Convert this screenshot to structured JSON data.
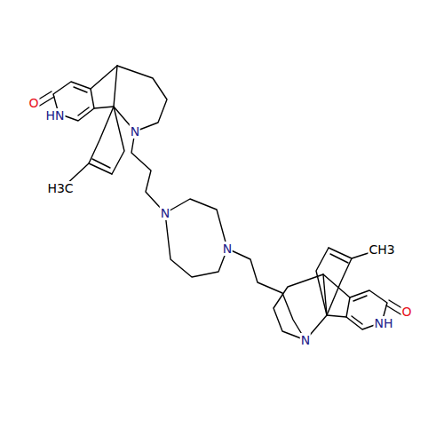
{
  "diagram": {
    "labels": [
      "O",
      "HN",
      "N",
      "H3C",
      "N",
      "N",
      "CH3",
      "N",
      "NH",
      "O"
    ]
  }
}
